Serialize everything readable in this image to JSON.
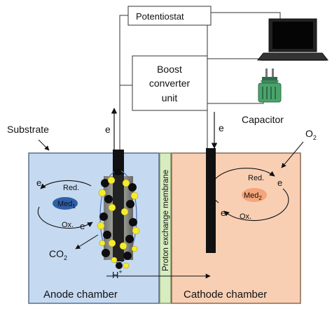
{
  "labels": {
    "potentiostat": "Potentiostat",
    "boost_line1": "Boost",
    "boost_line2": "converter",
    "boost_line3": "unit",
    "capacitor": "Capacitor",
    "substrate": "Substrate",
    "o2": "O",
    "o2_sub": "2",
    "e_anode_up": "e",
    "e_cathode_down": "e",
    "anode_cycle_e_top": "e",
    "anode_cycle_e_bottom": "e",
    "anode_red": "Red.",
    "anode_ox": "Ox.",
    "anode_med": "Med",
    "anode_med_sub": "1",
    "co2": "CO",
    "co2_sub": "2",
    "h_plus": "H",
    "h_plus_sup": "+",
    "membrane": "Proton exchange membrane",
    "cathode_red": "Red.",
    "cathode_ox": "Ox.",
    "cathode_med": "Med",
    "cathode_med_sub": "2",
    "cathode_cycle_e_top": "e",
    "cathode_cycle_e_bottom": "e",
    "anode_chamber": "Anode chamber",
    "cathode_chamber": "Cathode chamber"
  },
  "colors": {
    "anode_fill": "#c5d9f1",
    "cathode_fill": "#f9cfb4",
    "membrane_fill": "#d7ecc0",
    "electrode": "#111111",
    "bacteria_yellow": "#f7ec2a",
    "med1_fill": "#2e5fa8",
    "med2_fill": "#f4a57a"
  }
}
